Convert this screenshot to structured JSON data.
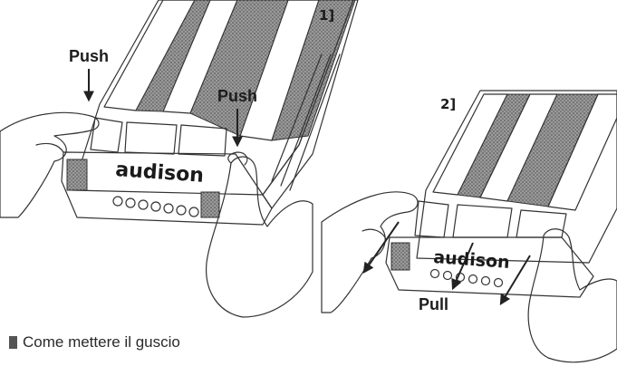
{
  "step1": {
    "number": "1]",
    "push_left": "Push",
    "push_right": "Push",
    "brand": "audison"
  },
  "step2": {
    "number": "2]",
    "pull": "Pull",
    "brand": "audison"
  },
  "caption": {
    "text": "Come mettere il guscio"
  }
}
